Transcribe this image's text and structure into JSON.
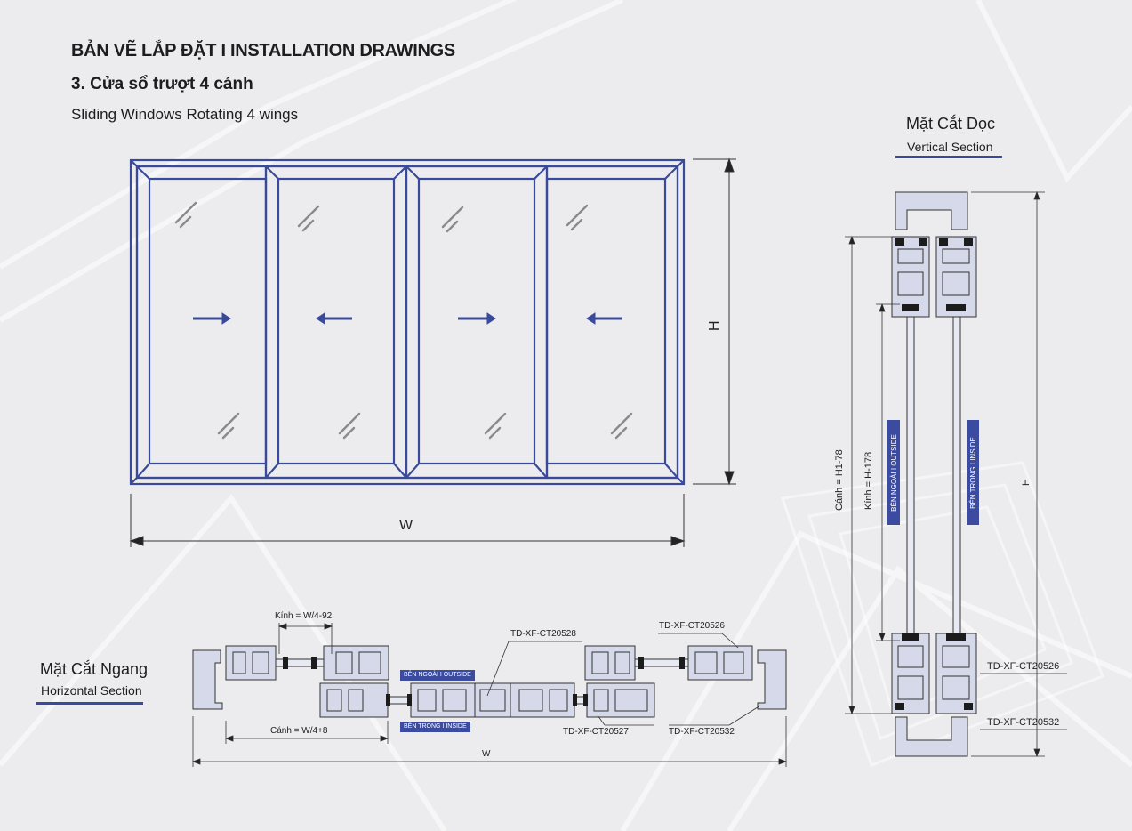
{
  "header": {
    "title": "BẢN VẼ LẮP ĐẶT  I  INSTALLATION DRAWINGS",
    "subtitle": "3. Cửa sổ trượt 4 cánh",
    "caption": "Sliding Windows Rotating 4 wings"
  },
  "elevation": {
    "width_label": "W",
    "height_label": "H"
  },
  "horizontal_section": {
    "title": "Mặt Cắt Ngang",
    "subtitle": "Horizontal Section",
    "glass_dim": "Kính = W/4-92",
    "sash_dim": "Cánh = W/4+8",
    "total_dim": "W",
    "outside_tag": "BÊN NGOÀI  I  OUTSIDE",
    "inside_tag": "BÊN TRONG  I  INSIDE",
    "labels": {
      "ct20528": "TD-XF-CT20528",
      "ct20526": "TD-XF-CT20526",
      "ct20527": "TD-XF-CT20527",
      "ct20532": "TD-XF-CT20532"
    }
  },
  "vertical_section": {
    "title": "Mặt Cắt Dọc",
    "subtitle": "Vertical Section",
    "sash_dim": "Cánh = H1-78",
    "glass_dim": "Kính = H-178",
    "total_dim": "H",
    "outside_tag": "BÊN NGOÀI  I  OUTSIDE",
    "inside_tag": "BÊN TRONG  I  INSIDE",
    "labels": {
      "ct20526": "TD-XF-CT20526",
      "ct20532": "TD-XF-CT20532"
    }
  },
  "colors": {
    "frame": "#3a4a9a",
    "profile_fill": "#d6d9ea",
    "tag_bg": "#3b4b9f",
    "background": "#ececee"
  }
}
